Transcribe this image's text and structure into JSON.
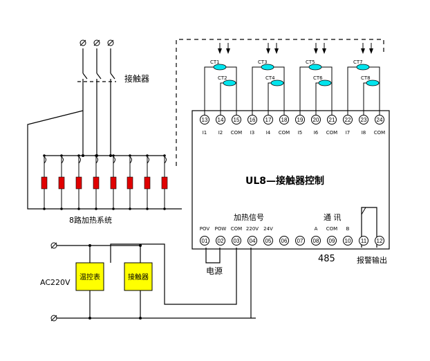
{
  "contactor_label": "接触器",
  "heater_system_label": "8路加热系统",
  "controller_title": "UL8—接触器控制",
  "heating_signal_label": "加热信号",
  "comm_label": "通 讯",
  "alarm_output_label": "报警输出",
  "power_label": "电源",
  "rs485_label": "485",
  "ac_label": "AC220V",
  "thermostat_label": "温控表",
  "contactor_box_label": "接触器",
  "ct_labels": [
    "CT1",
    "CT2",
    "CT3",
    "CT4",
    "CT5",
    "CT6",
    "CT7",
    "CT8"
  ],
  "top_terminals": [
    {
      "num": "13",
      "label": "I1"
    },
    {
      "num": "14",
      "label": "I2"
    },
    {
      "num": "15",
      "label": "COM"
    },
    {
      "num": "16",
      "label": "I3"
    },
    {
      "num": "17",
      "label": "I4"
    },
    {
      "num": "18",
      "label": "COM"
    },
    {
      "num": "19",
      "label": "I5"
    },
    {
      "num": "20",
      "label": "I6"
    },
    {
      "num": "21",
      "label": "COM"
    },
    {
      "num": "22",
      "label": "I7"
    },
    {
      "num": "23",
      "label": "I8"
    },
    {
      "num": "24",
      "label": "COM"
    }
  ],
  "bottom_terminals": [
    {
      "num": "01",
      "label": "POV"
    },
    {
      "num": "02",
      "label": "POW"
    },
    {
      "num": "03",
      "label": "COM"
    },
    {
      "num": "04",
      "label": "220V"
    },
    {
      "num": "05",
      "label": "24V"
    },
    {
      "num": "06",
      "label": ""
    },
    {
      "num": "07",
      "label": ""
    },
    {
      "num": "08",
      "label": "A"
    },
    {
      "num": "09",
      "label": "COM"
    },
    {
      "num": "10",
      "label": "B"
    },
    {
      "num": "11",
      "label": ""
    },
    {
      "num": "12",
      "label": ""
    }
  ],
  "colors": {
    "heater_red": "#e00000",
    "box_yellow": "#ffff00",
    "ct_cyan": "#00e5ee",
    "line": "#000000"
  }
}
